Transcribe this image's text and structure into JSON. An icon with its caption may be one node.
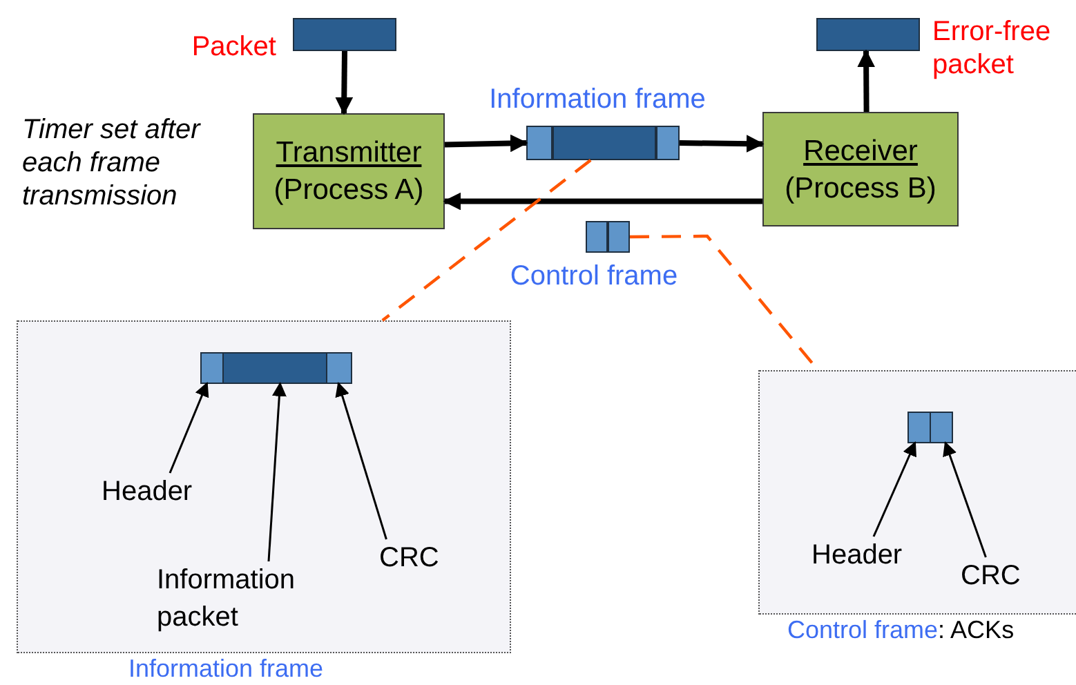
{
  "diagram": {
    "nodes": [
      {
        "text": [],
        "shape": "bar",
        "beside": [
          "Packet"
        ]
      },
      {
        "text": [
          "Transmitter",
          "(Process A)"
        ],
        "beside": [
          "Timer set after each frame transmission"
        ]
      },
      {
        "text": [],
        "shape": "bar",
        "beside": [
          "Information frame"
        ]
      },
      {
        "text": [
          "Receiver",
          "(Process B)"
        ]
      },
      {
        "text": [],
        "shape": "bar",
        "beside": [
          "Error-free packet"
        ]
      },
      {
        "text": [],
        "shape": "bar",
        "beside": [
          "Control frame"
        ]
      },
      {
        "text": [
          "Information frame"
        ]
      },
      {
        "text": [],
        "shape": "bar",
        "in": 6
      },
      {
        "text": [],
        "shape": "bar",
        "in": 6
      },
      {
        "text": [],
        "shape": "bar",
        "in": 6
      },
      {
        "text": [
          "Header"
        ],
        "in": 6
      },
      {
        "text": [
          "Information packet"
        ],
        "in": 6
      },
      {
        "text": [
          "CRC"
        ],
        "in": 6
      },
      {
        "text": [
          "Control frame",
          ": ACKs"
        ]
      },
      {
        "text": [],
        "shape": "bar",
        "in": 13
      },
      {
        "text": [],
        "shape": "bar",
        "in": 13
      },
      {
        "text": [
          "Header"
        ],
        "in": 13
      },
      {
        "text": [
          "CRC"
        ],
        "in": 13
      }
    ],
    "edges": [
      {
        "from": 0,
        "to": 1,
        "arrow": "to",
        "style": "thick"
      },
      {
        "from": 1,
        "to": 2,
        "arrow": "to",
        "style": "thick"
      },
      {
        "from": 2,
        "to": 3,
        "arrow": "to",
        "style": "thick"
      },
      {
        "from": 3,
        "to": 4,
        "arrow": "to",
        "style": "thick"
      },
      {
        "from": 3,
        "to": 1,
        "arrow": "to",
        "style": "thick"
      },
      {
        "from": 2,
        "to": 6,
        "arrow": "none",
        "style": "dashed",
        "color": "#ff5500"
      },
      {
        "from": 5,
        "to": 13,
        "arrow": "none",
        "style": "dashed",
        "color": "#ff5500"
      },
      {
        "from": 10,
        "to": 7,
        "arrow": "to"
      },
      {
        "from": 11,
        "to": 8,
        "arrow": "to"
      },
      {
        "from": 12,
        "to": 9,
        "arrow": "to"
      },
      {
        "from": 16,
        "to": 14,
        "arrow": "to"
      },
      {
        "from": 17,
        "to": 15,
        "arrow": "to"
      }
    ]
  }
}
